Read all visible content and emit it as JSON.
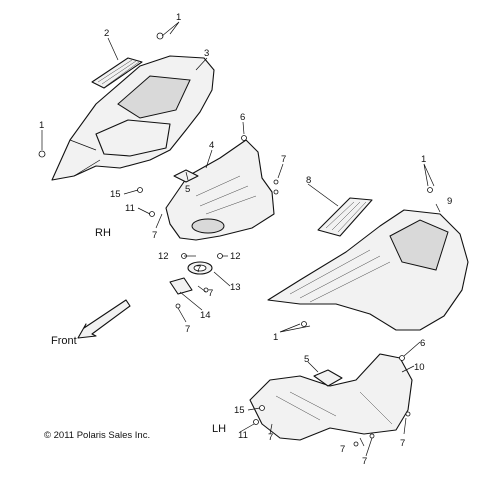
{
  "callouts": {
    "c1a": "1",
    "c2": "2",
    "c3": "3",
    "c1b": "1",
    "c6a": "6",
    "c4": "4",
    "c7a": "7",
    "c5a": "5",
    "c15a": "15",
    "c11a": "11",
    "c7b": "7",
    "c8": "8",
    "c1c": "1",
    "c9": "9",
    "c12a": "12",
    "c12b": "12",
    "c7c": "7",
    "c13": "13",
    "c7d": "7",
    "c14": "14",
    "c7e": "7",
    "c1d": "1",
    "c6b": "6",
    "c5b": "5",
    "c10": "10",
    "c15b": "15",
    "c11b": "11",
    "c7f": "7",
    "c7g": "7",
    "c7h": "7",
    "c7i": "7"
  },
  "labels": {
    "rh": "RH",
    "lh": "LH",
    "front": "Front",
    "copyright": "© 2011 Polaris Sales Inc."
  }
}
